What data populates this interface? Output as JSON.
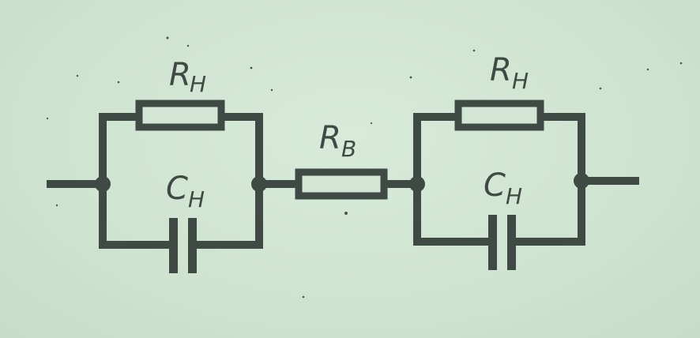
{
  "diagram": {
    "labels": {
      "r_left": {
        "main": "R",
        "sub": "H"
      },
      "c_left": {
        "main": "C",
        "sub": "H"
      },
      "r_middle": {
        "main": "R",
        "sub": "B"
      },
      "r_right": {
        "main": "R",
        "sub": "H"
      },
      "c_right": {
        "main": "C",
        "sub": "H"
      }
    },
    "colors": {
      "ink": "#3f4a44",
      "paper": "#d3e6d5"
    }
  }
}
